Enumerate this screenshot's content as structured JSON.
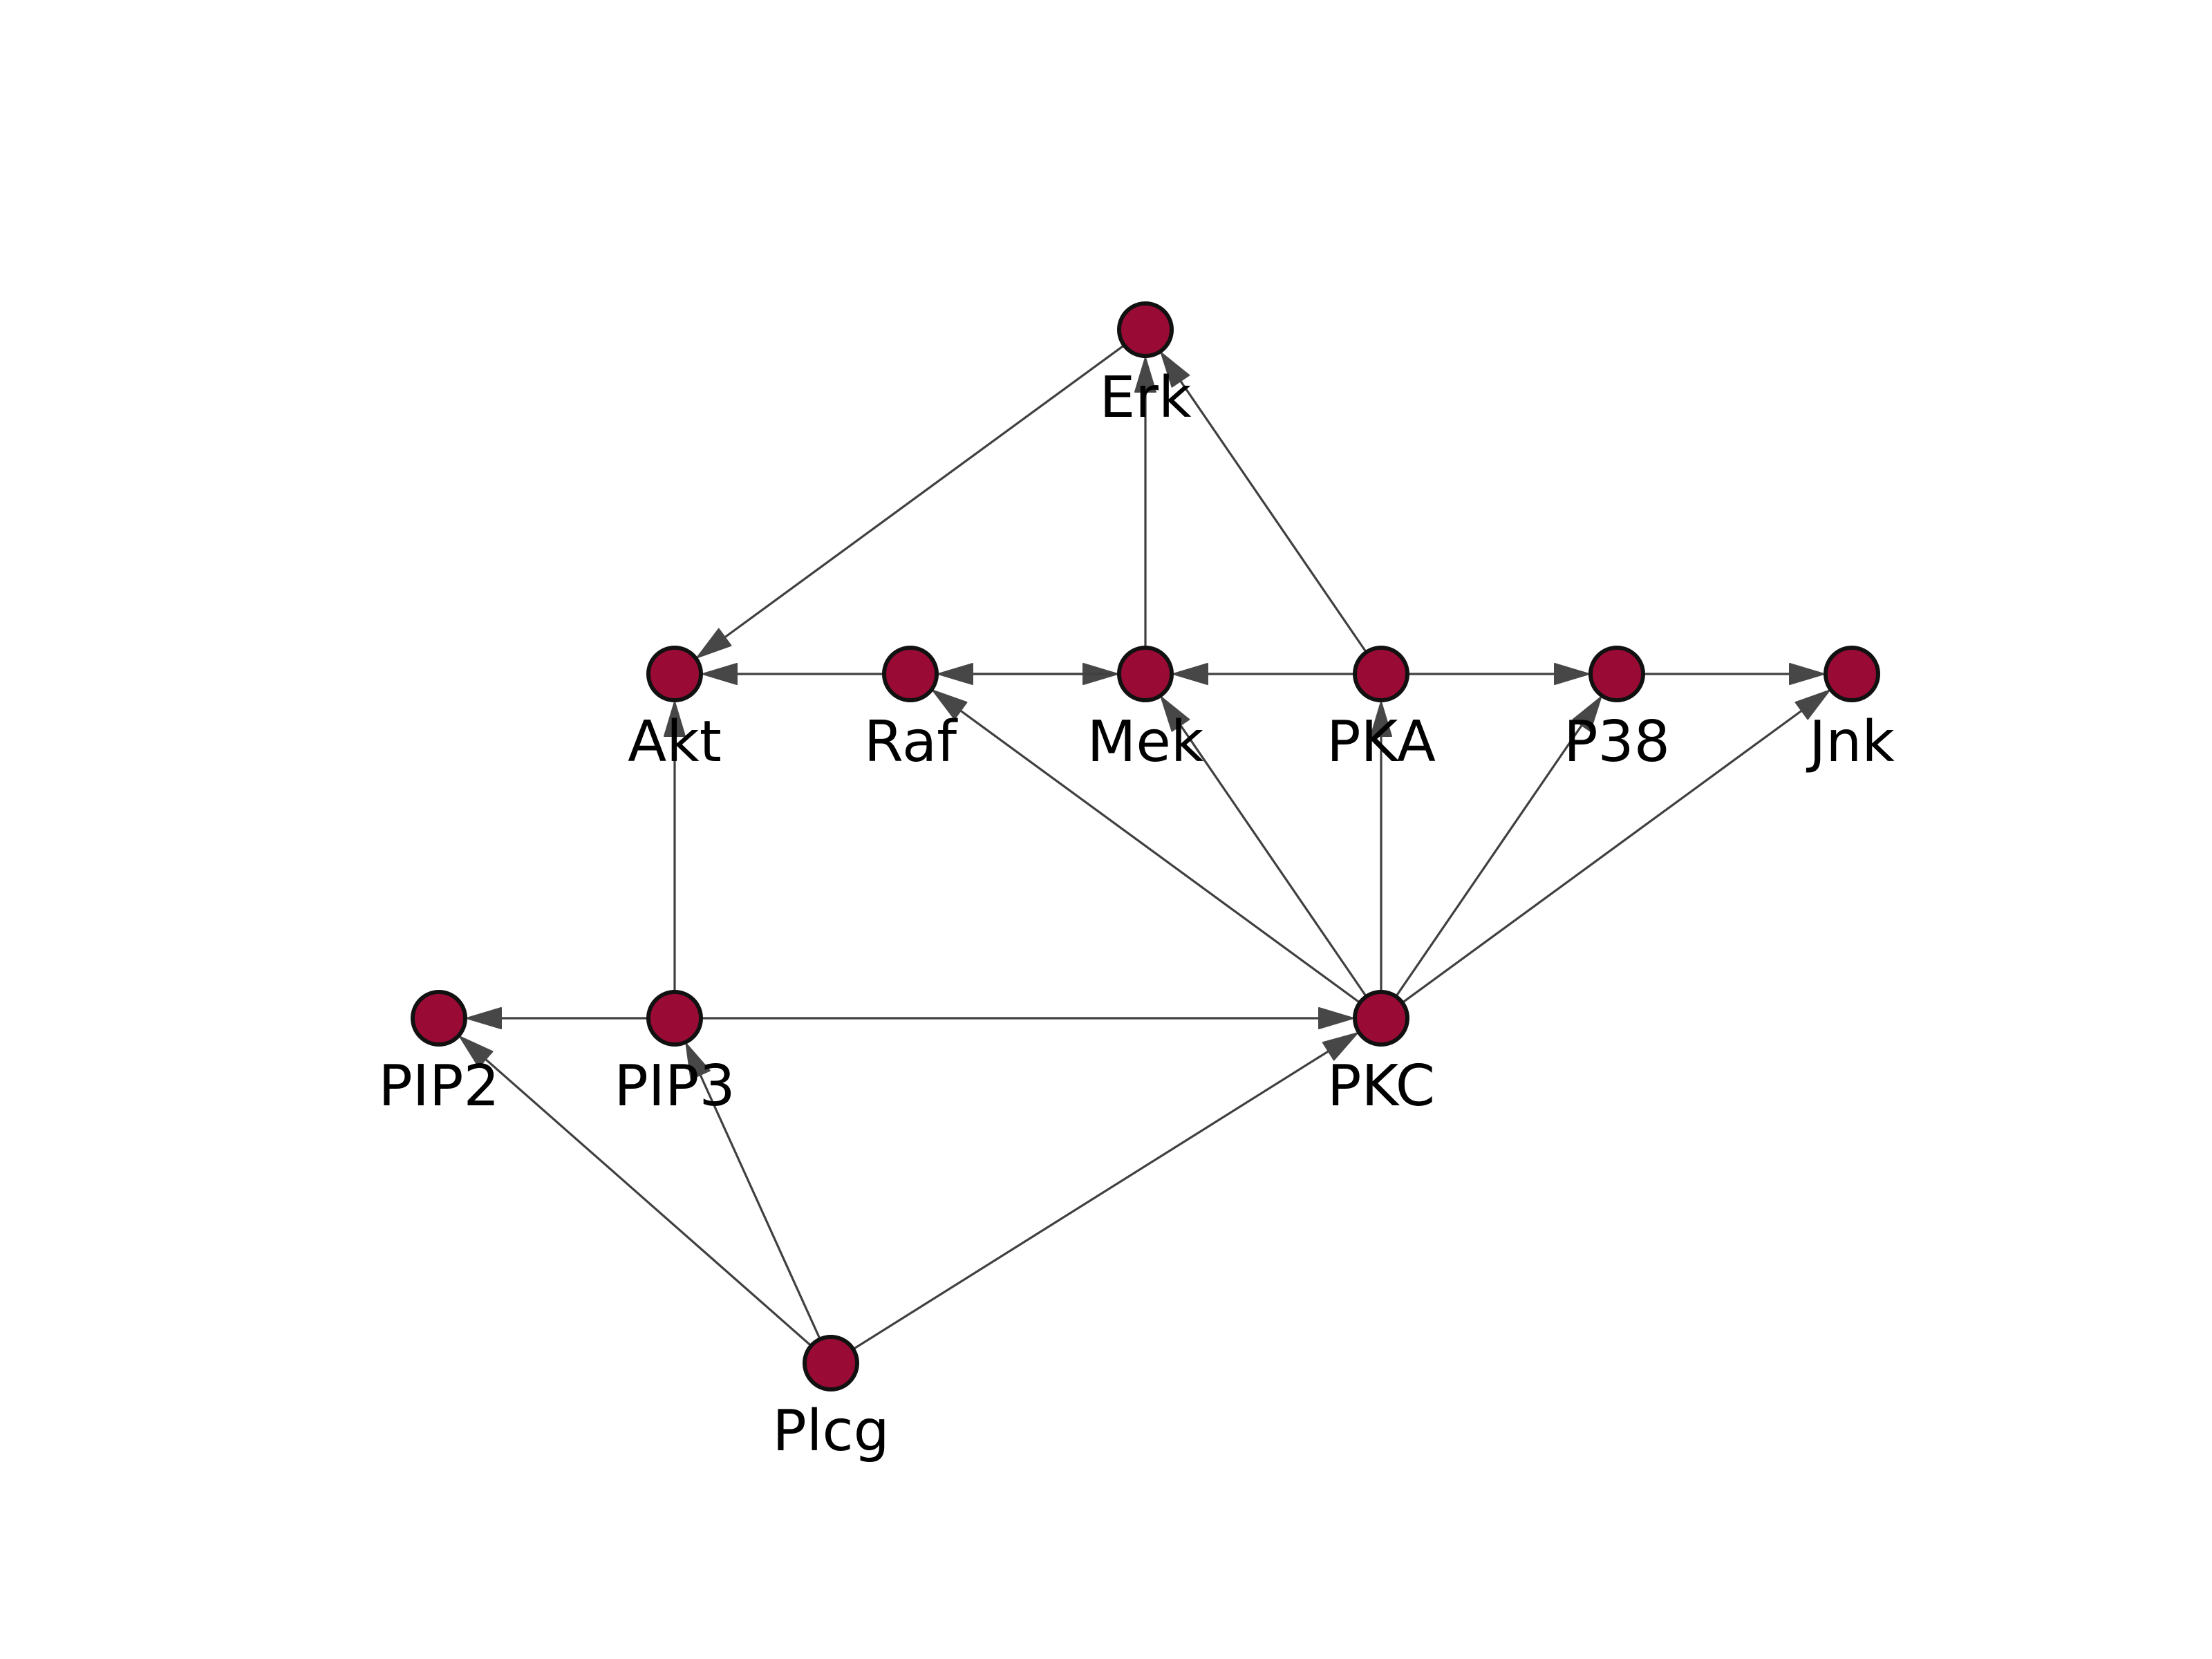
{
  "diagram": {
    "node_color": "#990b35",
    "node_outline": "#111111",
    "edge_color": "#404040",
    "nodes": [
      {
        "id": "Erk",
        "label": "Erk"
      },
      {
        "id": "Akt",
        "label": "Akt"
      },
      {
        "id": "Raf",
        "label": "Raf"
      },
      {
        "id": "Mek",
        "label": "Mek"
      },
      {
        "id": "PKA",
        "label": "PKA"
      },
      {
        "id": "P38",
        "label": "P38"
      },
      {
        "id": "Jnk",
        "label": "Jnk"
      },
      {
        "id": "PIP2",
        "label": "PIP2"
      },
      {
        "id": "PIP3",
        "label": "PIP3"
      },
      {
        "id": "PKC",
        "label": "PKC"
      },
      {
        "id": "Plcg",
        "label": "Plcg"
      }
    ],
    "edges": [
      {
        "from": "Erk",
        "to": "Akt"
      },
      {
        "from": "Mek",
        "to": "Erk"
      },
      {
        "from": "PKA",
        "to": "Erk"
      },
      {
        "from": "Raf",
        "to": "Akt"
      },
      {
        "from": "Raf",
        "to": "Mek"
      },
      {
        "from": "Mek",
        "to": "Raf"
      },
      {
        "from": "PKA",
        "to": "Mek"
      },
      {
        "from": "PKA",
        "to": "P38"
      },
      {
        "from": "P38",
        "to": "Jnk"
      },
      {
        "from": "PIP3",
        "to": "Akt"
      },
      {
        "from": "PKC",
        "to": "Raf"
      },
      {
        "from": "PKC",
        "to": "Mek"
      },
      {
        "from": "PKC",
        "to": "PKA"
      },
      {
        "from": "PKC",
        "to": "P38"
      },
      {
        "from": "PKC",
        "to": "Jnk"
      },
      {
        "from": "PIP3",
        "to": "PIP2"
      },
      {
        "from": "PIP3",
        "to": "PKC"
      },
      {
        "from": "Plcg",
        "to": "PIP2"
      },
      {
        "from": "Plcg",
        "to": "PIP3"
      },
      {
        "from": "Plcg",
        "to": "PKC"
      }
    ]
  }
}
